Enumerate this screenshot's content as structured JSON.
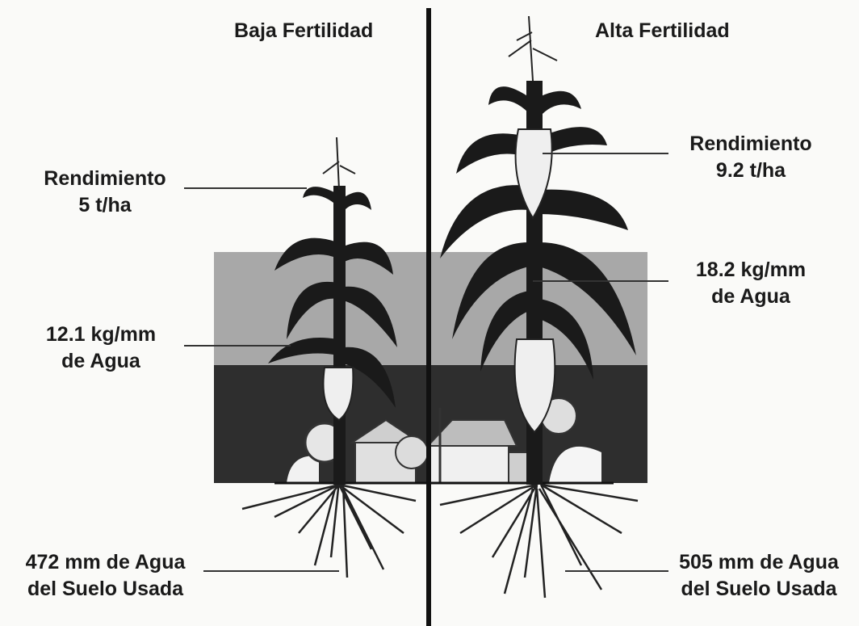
{
  "left": {
    "heading": "Baja Fertilidad",
    "yield_label": "Rendimiento",
    "yield_value": "5 t/ha",
    "efficiency_value": "12.1 kg/mm",
    "efficiency_unit": "de Agua",
    "water_used": "472 mm de Agua",
    "water_used_2": "del Suelo Usada"
  },
  "right": {
    "heading": "Alta Fertilidad",
    "yield_label": "Rendimiento",
    "yield_value": "9.2 t/ha",
    "efficiency_value": "18.2 kg/mm",
    "efficiency_unit": "de Agua",
    "water_used": "505 mm de Agua",
    "water_used_2": "del Suelo Usada"
  }
}
